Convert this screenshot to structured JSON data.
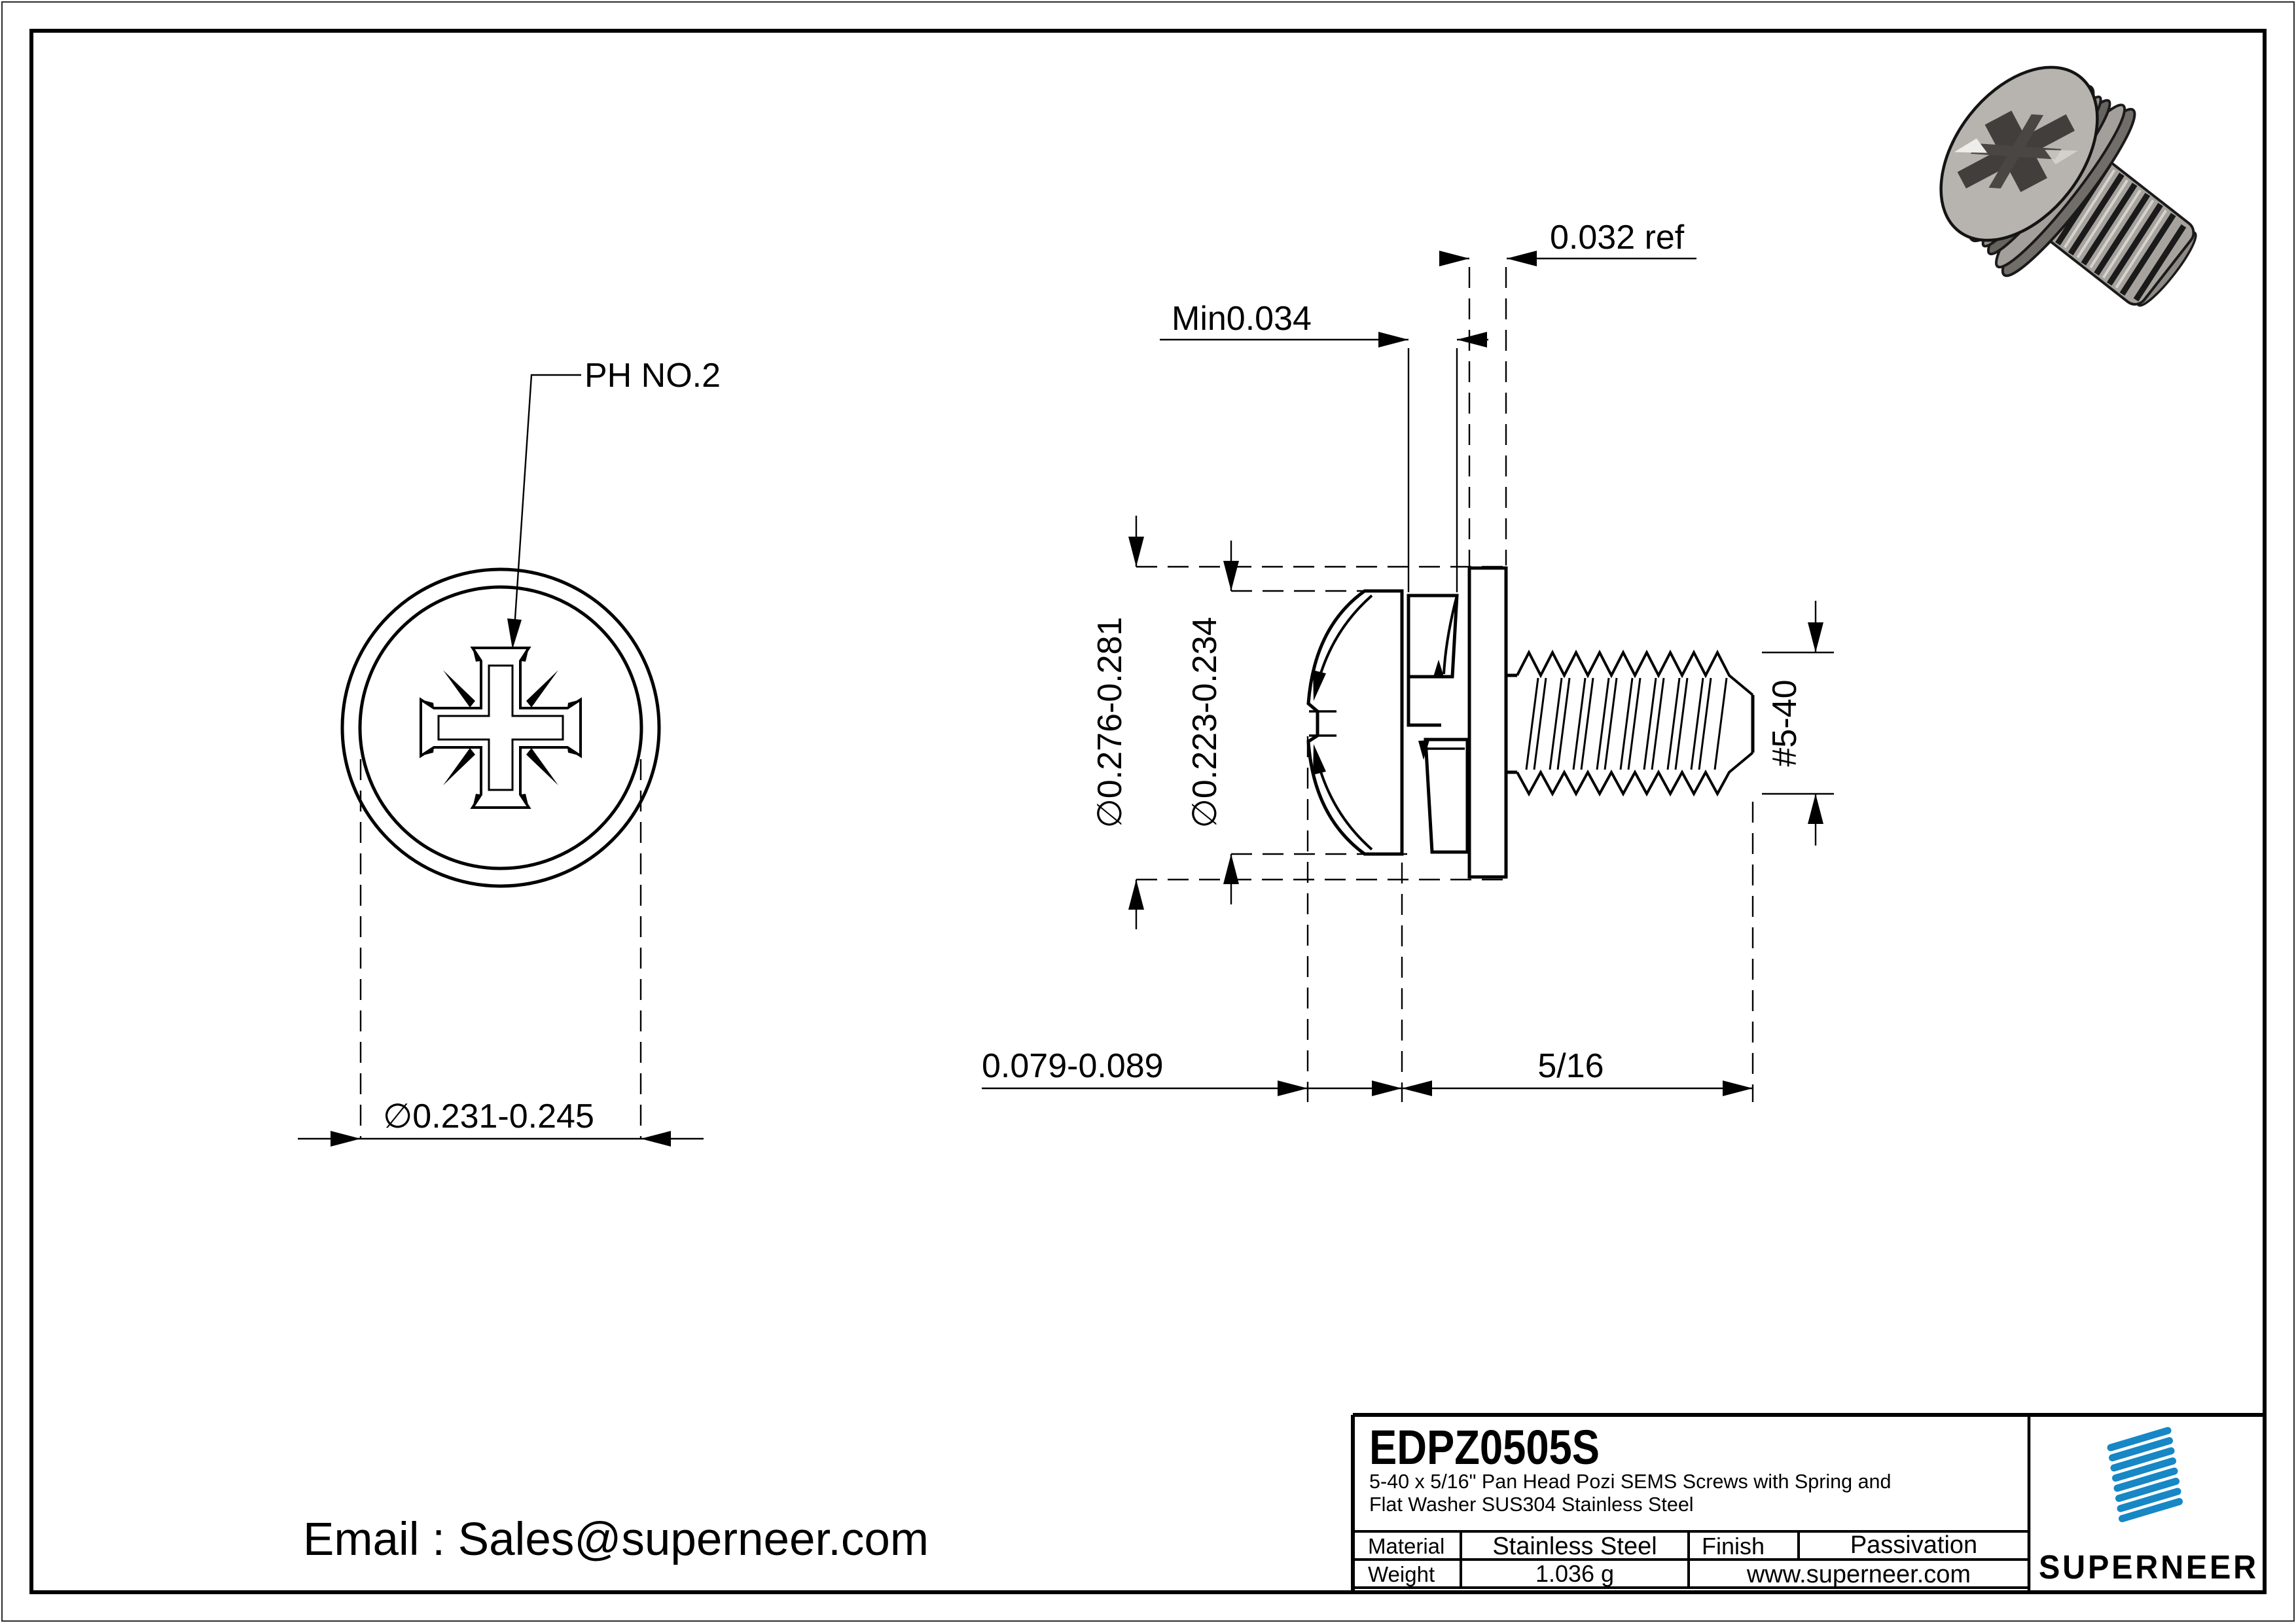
{
  "page": {
    "background": "#ffffff",
    "line_color": "#000000",
    "accent_blue": "#1787c5"
  },
  "front_view": {
    "drive_label": "PH NO.2",
    "head_diameter_dim": "∅0.231-0.245"
  },
  "side_view": {
    "flat_washer_thickness_dim": "0.032 ref",
    "spring_washer_thickness_dim": "Min0.034",
    "washer_od_dim": "∅0.276-0.281",
    "head_od_dim": "∅0.223-0.234",
    "thread_size_dim": "#5-40",
    "head_height_dim": "0.079-0.089",
    "length_dim": "5/16"
  },
  "title_block": {
    "part_number": "EDPZ0505S",
    "description_line1": "5-40 x 5/16\" Pan Head Pozi SEMS Screws with Spring and",
    "description_line2": "Flat Washer SUS304 Stainless Steel",
    "material_label": "Material",
    "material_value": "Stainless Steel",
    "finish_label": "Finish",
    "finish_value": "Passivation",
    "weight_label": "Weight",
    "weight_value": "1.036 g",
    "website": "www.superneer.com",
    "brand": "SUPERNEER"
  },
  "footer": {
    "email": "Email : Sales@superneer.com"
  }
}
